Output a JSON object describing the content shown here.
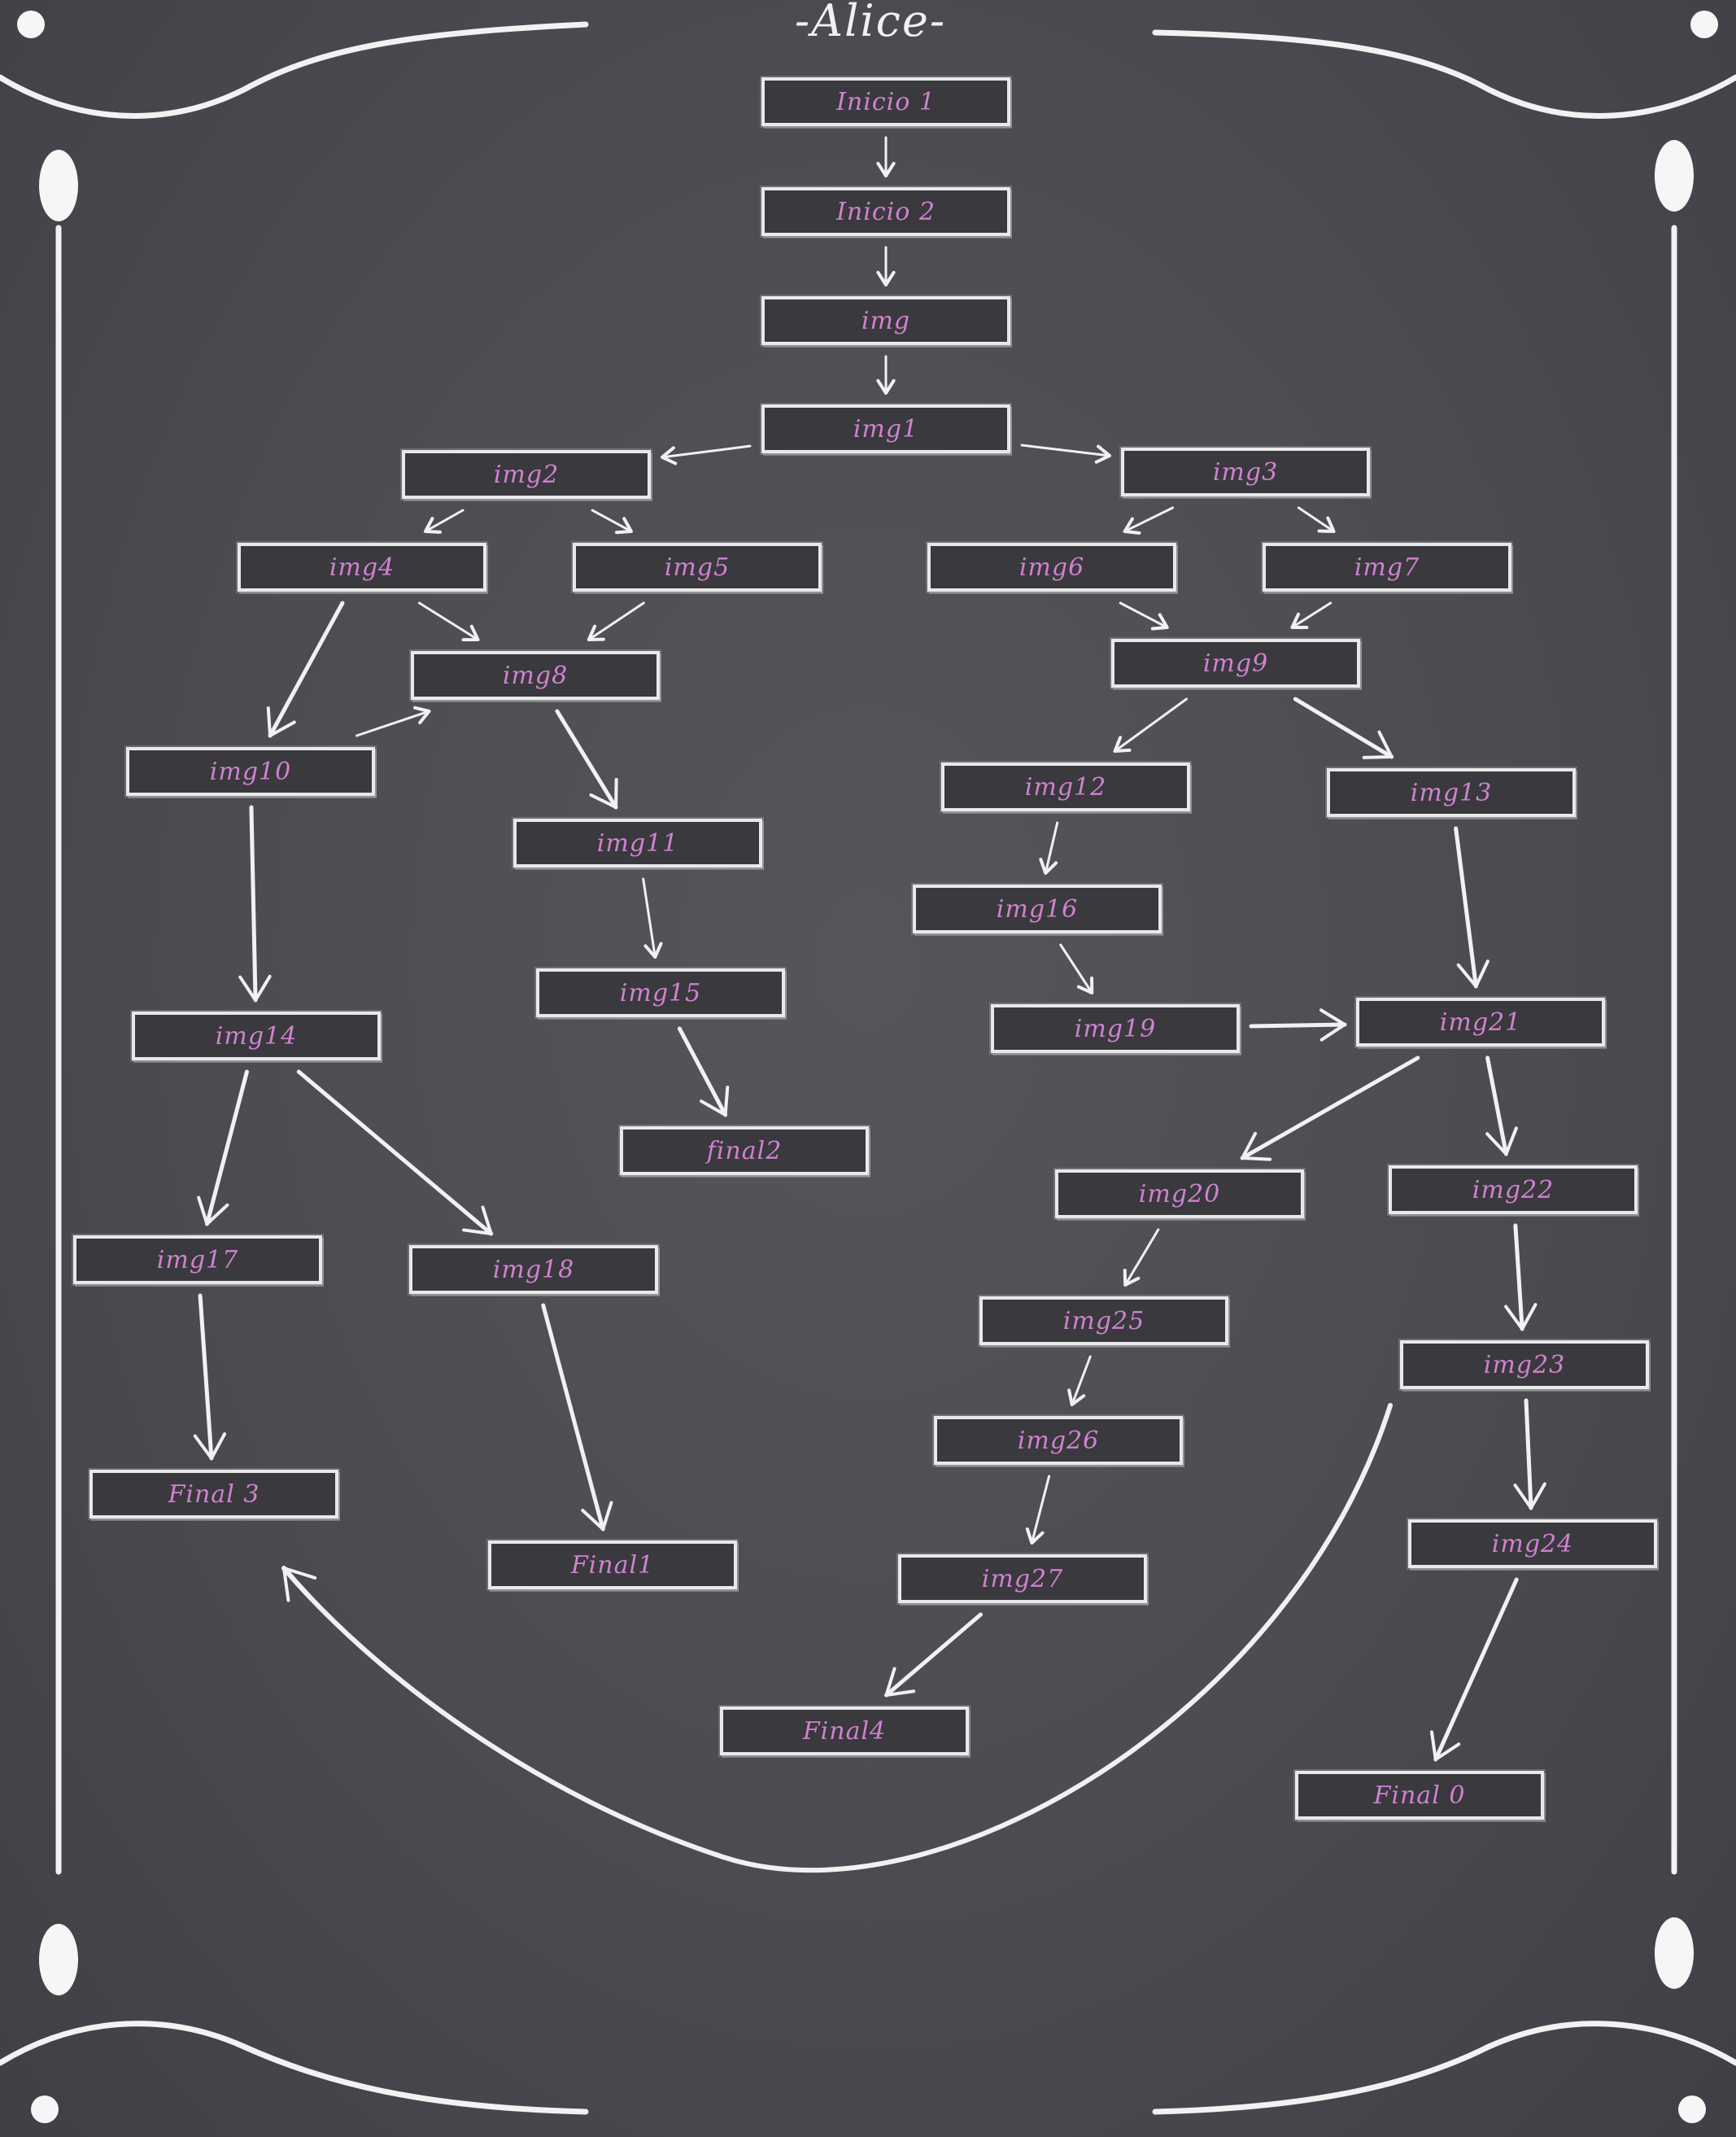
{
  "title": "-Alice-",
  "colors": {
    "board": "#4a4b50",
    "chalk": "#f1f1f1",
    "box": "#3a393e",
    "label": "#cf82cf"
  },
  "nodes": {
    "inicio1": "Inicio 1",
    "inicio2": "Inicio 2",
    "img": "img",
    "img1": "img1",
    "img2": "img2",
    "img3": "img3",
    "img4": "img4",
    "img5": "img5",
    "img6": "img6",
    "img7": "img7",
    "img8": "img8",
    "img9": "img9",
    "img10": "img10",
    "img11": "img11",
    "img12": "img12",
    "img13": "img13",
    "img14": "img14",
    "img15": "img15",
    "img16": "img16",
    "img17": "img17",
    "img18": "img18",
    "img19": "img19",
    "img20": "img20",
    "img21": "img21",
    "img22": "img22",
    "img23": "img23",
    "img24": "img24",
    "img25": "img25",
    "img26": "img26",
    "img27": "img27",
    "final0": "Final 0",
    "final1": "Final1",
    "final2": "final2",
    "final3": "Final 3",
    "final4": "Final4"
  },
  "edges": [
    [
      "inicio1",
      "inicio2"
    ],
    [
      "inicio2",
      "img"
    ],
    [
      "img",
      "img1"
    ],
    [
      "img1",
      "img2"
    ],
    [
      "img1",
      "img3"
    ],
    [
      "img2",
      "img4"
    ],
    [
      "img2",
      "img5"
    ],
    [
      "img3",
      "img6"
    ],
    [
      "img3",
      "img7"
    ],
    [
      "img4",
      "img8"
    ],
    [
      "img5",
      "img8"
    ],
    [
      "img4",
      "img10"
    ],
    [
      "img10",
      "img8"
    ],
    [
      "img6",
      "img9"
    ],
    [
      "img7",
      "img9"
    ],
    [
      "img8",
      "img11"
    ],
    [
      "img9",
      "img12"
    ],
    [
      "img9",
      "img13"
    ],
    [
      "img10",
      "img14"
    ],
    [
      "img11",
      "img15"
    ],
    [
      "img12",
      "img16"
    ],
    [
      "img13",
      "img21"
    ],
    [
      "img14",
      "img17"
    ],
    [
      "img14",
      "img18"
    ],
    [
      "img15",
      "final2"
    ],
    [
      "img16",
      "img19"
    ],
    [
      "img19",
      "img21"
    ],
    [
      "img21",
      "img20"
    ],
    [
      "img21",
      "img22"
    ],
    [
      "img20",
      "img25"
    ],
    [
      "img22",
      "img23"
    ],
    [
      "img25",
      "img26"
    ],
    [
      "img23",
      "img24"
    ],
    [
      "img26",
      "img27"
    ],
    [
      "img24",
      "final0"
    ],
    [
      "img27",
      "final4"
    ],
    [
      "img17",
      "final3"
    ],
    [
      "img18",
      "final1"
    ],
    [
      "img23",
      "final3"
    ]
  ]
}
